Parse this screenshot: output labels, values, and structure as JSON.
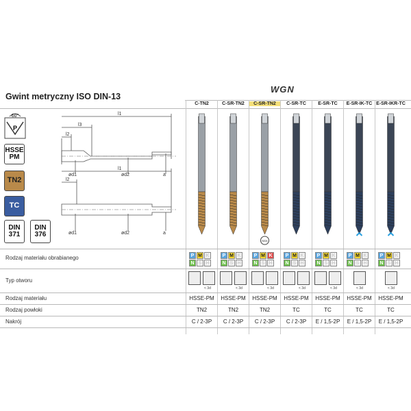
{
  "title": "Gwint metryczny ISO DIN-13",
  "brand": "WGN",
  "columns": [
    {
      "name": "C-TN2",
      "highlight": false,
      "color": "#b98a4a",
      "coated": true
    },
    {
      "name": "C-SR-TN2",
      "highlight": false,
      "color": "#b98a4a",
      "coated": true
    },
    {
      "name": "C-SR-TN2",
      "highlight": true,
      "color": "#b98a4a",
      "coated": true
    },
    {
      "name": "C-SR-TC",
      "highlight": false,
      "color": "#2d3f5c",
      "coated": true
    },
    {
      "name": "E-SR-TC",
      "highlight": false,
      "color": "#2d3f5c",
      "coated": true
    },
    {
      "name": "E-SR-IK-TC",
      "highlight": false,
      "color": "#2d3f5c",
      "coated": true
    },
    {
      "name": "E-SR-IKR-TC",
      "highlight": false,
      "color": "#2d3f5c",
      "coated": true
    }
  ],
  "badges": {
    "hsse": "HSSE PM",
    "tn2": "TN2",
    "tc": "TC",
    "din371": "DIN 371",
    "din376": "DIN 376",
    "angle": "60°"
  },
  "diagram_labels": {
    "l1": "l1",
    "l2": "l2",
    "l3": "l3",
    "d1": "ød1",
    "d2": "ød2",
    "a": "a"
  },
  "rows": {
    "material_label": "Rodzaj materiału obrabianego",
    "hole_label": "Typ otworu",
    "tool_material_label": "Rodzaj materiału",
    "coating_label": "Rodzaj powłoki",
    "cut_label": "Nakrój",
    "hole_note": "< 3d",
    "tool_material": [
      "HSSE-PM",
      "HSSE-PM",
      "HSSE-PM",
      "HSSE-PM",
      "HSSE-PM",
      "HSSE-PM",
      "HSSE-PM"
    ],
    "coating": [
      "TN2",
      "TN2",
      "TN2",
      "TC",
      "TC",
      "TC",
      "TC"
    ],
    "cut": [
      "C / 2-3P",
      "C / 2-3P",
      "C / 2-3P",
      "C / 2-3P",
      "E / 1,5-2P",
      "E / 1,5-2P",
      "E / 1,5-2P"
    ]
  },
  "materials": {
    "p": "P",
    "m": "M",
    "k": "K",
    "n": "N",
    "s": "S",
    "h": "H"
  },
  "sgx_label": "SGX",
  "colors": {
    "tin": "#b98a4a",
    "tc": "#2d3f5c",
    "highlight": "#f5e07a",
    "tc_badge": "#3a5da0"
  }
}
